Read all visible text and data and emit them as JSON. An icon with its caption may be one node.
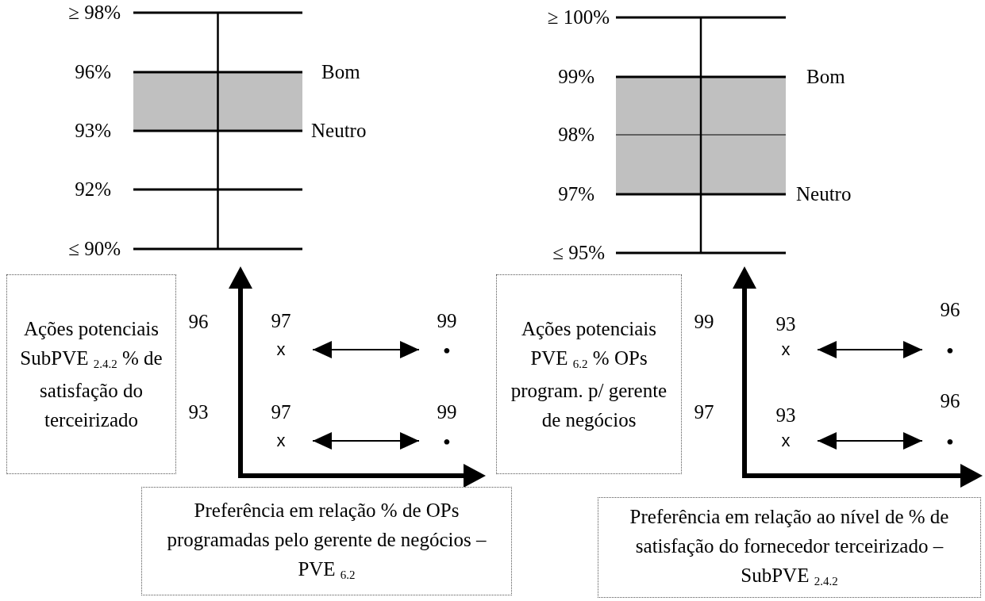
{
  "diagram": {
    "nodes": [
      {
        "text": [
          "Ações potenciais SubPVE $_{2.4.2}$ % de satisfação do terceirizado"
        ]
      },
      {
        "text": [
          "Preferência em relação % de OPs programadas pelo gerente de negócios – PVE $_{6.2}$"
        ]
      },
      {
        "text": [
          "97",
          "x"
        ]
      },
      {
        "text": [
          "99",
          "•"
        ]
      },
      {
        "text": [
          "97",
          "x"
        ]
      },
      {
        "text": [
          "99",
          "•"
        ]
      },
      {
        "text": [
          "Ações potenciais PVE $_{6.2}$ % OPs program. p/ gerente de negócios"
        ]
      },
      {
        "text": [
          "Preferência em relação ao nível de % de satisfação do fornecedor terceirizado – SubPVE $_{2.4.2}$"
        ]
      },
      {
        "text": [
          "93",
          "x"
        ]
      },
      {
        "text": [
          "96",
          "•"
        ]
      },
      {
        "text": [
          "93",
          "x"
        ]
      },
      {
        "text": [
          "96",
          "•"
        ]
      }
    ],
    "edges": [
      {
        "from": 2,
        "to": 3,
        "arrow": "both"
      },
      {
        "from": 4,
        "to": 5,
        "arrow": "both"
      },
      {
        "from": 8,
        "to": 9,
        "arrow": "both"
      },
      {
        "from": 10,
        "to": 11,
        "arrow": "both"
      }
    ],
    "labels": [
      "≥ 98%",
      "96%",
      "Bom",
      "93%",
      "Neutro",
      "92%",
      "≤ 90%",
      "≥ 100%",
      "99%",
      "Bom",
      "98%",
      "97%",
      "Neutro",
      "≤ 95%",
      "96",
      "93",
      "99",
      "97"
    ]
  }
}
